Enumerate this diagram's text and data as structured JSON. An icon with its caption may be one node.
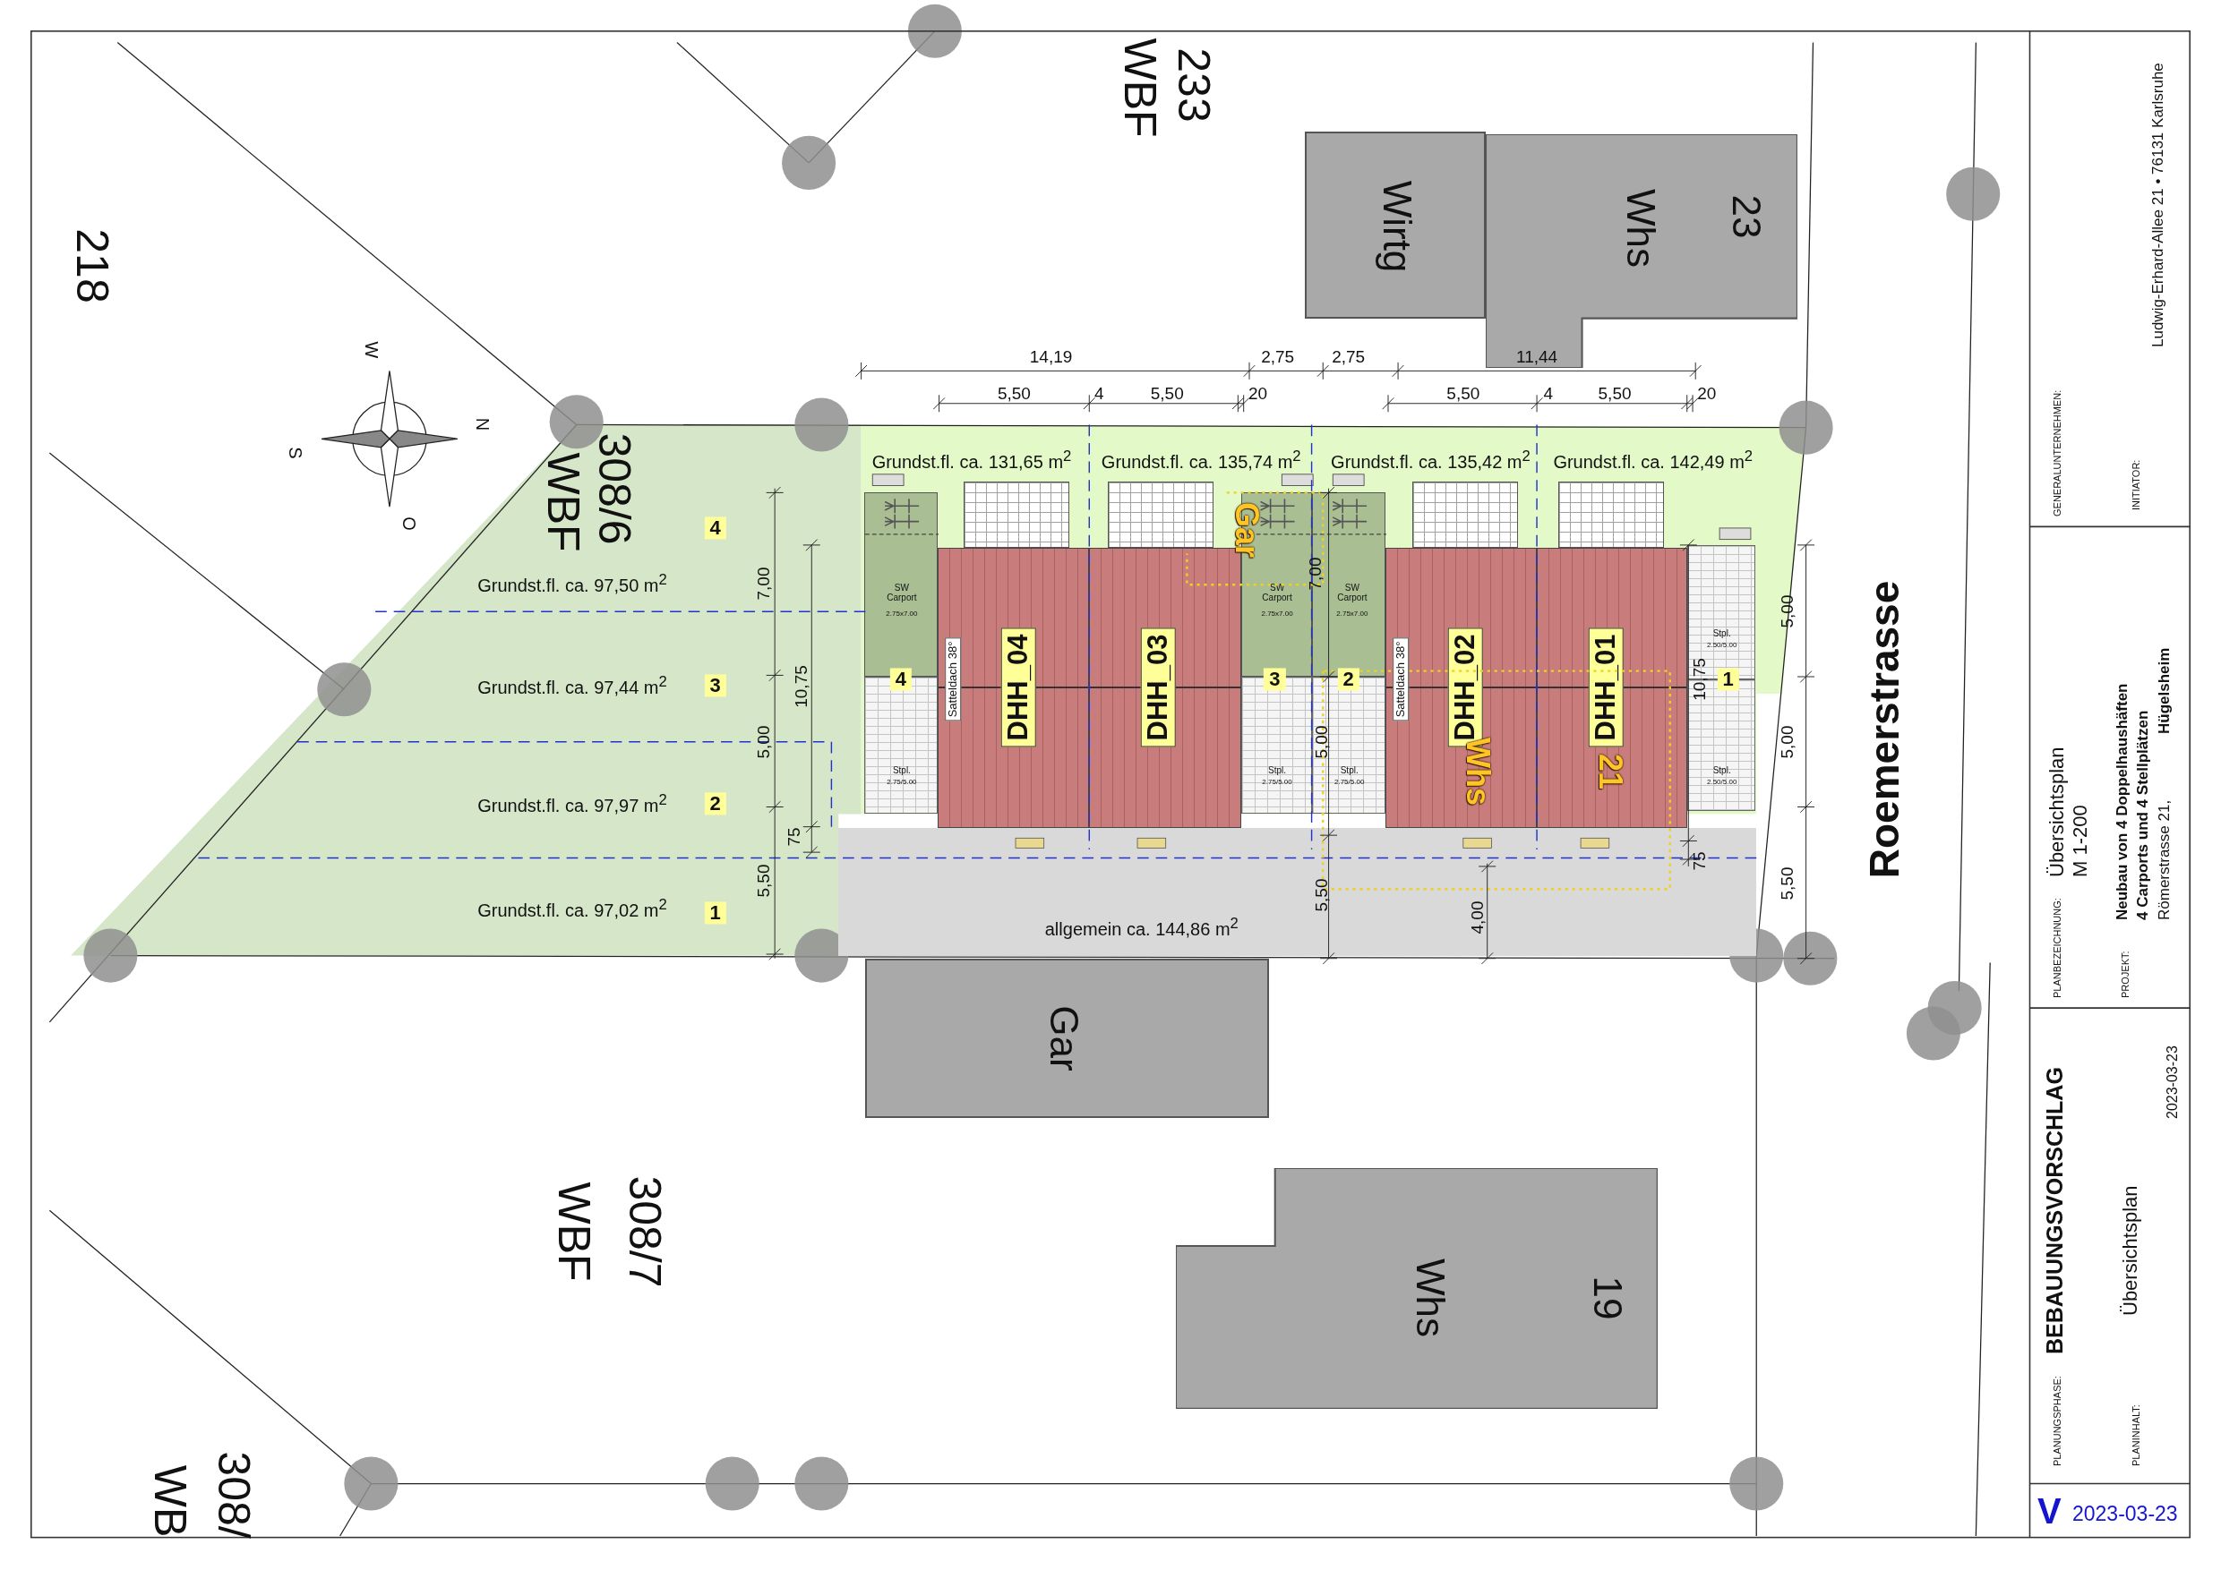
{
  "diagram": {
    "nodes": [
      {
        "text": [
          "Wirtg"
        ]
      },
      {
        "text": [
          "Whs",
          "23"
        ]
      },
      {
        "text": [
          "Gar"
        ]
      },
      {
        "text": [
          "Whs",
          "19"
        ]
      },
      {
        "text": [
          "DHH_04"
        ]
      },
      {
        "text": [
          "DHH_03"
        ]
      },
      {
        "text": [
          "DHH_02"
        ]
      },
      {
        "text": [
          "DHH_01"
        ]
      },
      {
        "text": [
          "SW Carport",
          "2.75x7.00"
        ]
      },
      {
        "text": [
          "SW Carport",
          "2.75x7.00"
        ]
      },
      {
        "text": [
          "SW Carport",
          "2.75x7.00"
        ]
      },
      {
        "text": [
          "Stpl.",
          "2.75/5.00"
        ]
      },
      {
        "text": [
          "Stpl.",
          "2.75/5.00"
        ]
      },
      {
        "text": [
          "Stpl.",
          "2.75/5.00"
        ]
      },
      {
        "text": [
          "Stpl.",
          "2.50/5.00"
        ]
      },
      {
        "text": [
          "Stpl.",
          "2.50/5.00"
        ]
      },
      {
        "text": [
          "allgemein ca. 144,86 m$^{2}$"
        ]
      },
      {
        "text": [],
        "shape": "box"
      },
      {
        "text": [],
        "shape": "box"
      },
      {
        "text": [],
        "shape": "box"
      },
      {
        "text": [],
        "shape": "box"
      }
    ],
    "labels": [
      "WBF",
      "233",
      "218",
      "W",
      "N",
      "S",
      "O",
      "WBF",
      "308/6",
      "14,19",
      "2,75",
      "2,75",
      "11,44",
      "5,50",
      "4",
      "5,50",
      "20",
      "5,50",
      "4",
      "5,50",
      "20",
      "Grundst.fl. ca. 131,65 m$^{2}$",
      "Grundst.fl. ca. 135,74 m$^{2}$",
      "Grundst.fl. ca. 135,42 m$^{2}$",
      "Grundst.fl. ca. 142,49 m$^{2}$",
      "4",
      "Grundst.fl. ca. 97,50 m$^{2}$",
      "7,00",
      "Gar",
      "7,00",
      "5,00",
      "Satteldach 38°",
      "Satteldach 38°",
      "Grundst.fl. ca. 97,44 m$^{2}$",
      "3",
      "10,75",
      "4",
      "3",
      "2",
      "10,75",
      "1",
      "5,00",
      "5,00",
      "5,00",
      "Whs",
      "21",
      "Grundst.fl. ca. 97,97 m$^{2}$",
      "2",
      "75",
      "75",
      "5,50",
      "5,50",
      "5,50",
      "4,00",
      "Grundst.fl. ca. 97,02 m$^{2}$",
      "1",
      "Roemerstrasse",
      "WBF",
      "308/7",
      "WB",
      "308/",
      "GENERALUNTERNEHMEN:",
      "INITIATOR:",
      "Ludwig-Erhard-Allee 21 • 76131 Karlsruhe",
      "PLANBEZEICHNUNG:",
      "Übersichtsplan",
      "M 1-200",
      "PROJEKT:",
      "Neubau von 4 Doppelhaushäften",
      "4 Carports und 4 Stellplätzen",
      "Römerstrasse 21,",
      "Hügelsheim",
      "PLANUNGSPHASE:",
      "BEBAUUNGSVORSCHLAG",
      "PLANINHALT:",
      "Übersichtsplan",
      "2023-03-23",
      "V",
      "2023-03-23"
    ]
  }
}
